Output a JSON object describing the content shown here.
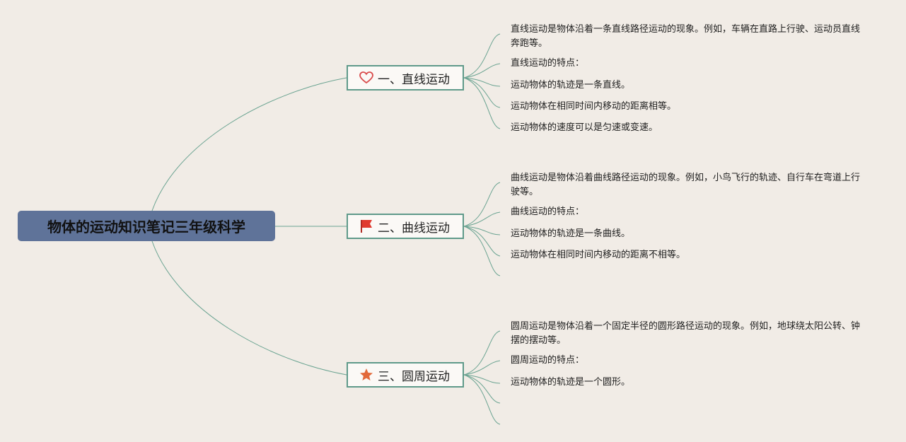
{
  "root": {
    "title": "物体的运动知识笔记三年级科学"
  },
  "branches": [
    {
      "label": "一、直线运动",
      "icon": "heart-icon",
      "icon_color": "#d94b4b",
      "leaves": [
        "直线运动是物体沿着一条直线路径运动的现象。例如，车辆在直路上行驶、运动员直线奔跑等。",
        "直线运动的特点：",
        "运动物体的轨迹是一条直线。",
        "运动物体在相同时间内移动的距离相等。",
        "运动物体的速度可以是匀速或变速。"
      ]
    },
    {
      "label": "二、曲线运动",
      "icon": "flag-icon",
      "icon_color": "#e03a2e",
      "leaves": [
        "曲线运动是物体沿着曲线路径运动的现象。例如，小鸟飞行的轨迹、自行车在弯道上行驶等。",
        "曲线运动的特点：",
        "运动物体的轨迹是一条曲线。",
        "运动物体在相同时间内移动的距离不相等。",
        ""
      ]
    },
    {
      "label": "三、圆周运动",
      "icon": "star-icon",
      "icon_color": "#e2693a",
      "leaves": [
        "圆周运动是物体沿着一个固定半径的圆形路径运动的现象。例如，地球绕太阳公转、钟摆的摆动等。",
        "圆周运动的特点：",
        "运动物体的轨迹是一个圆形。",
        "",
        ""
      ]
    }
  ],
  "colors": {
    "background": "#f1ece6",
    "root_fill": "#5f7399",
    "branch_border": "#5f9a8a",
    "connector": "#6aa391"
  }
}
